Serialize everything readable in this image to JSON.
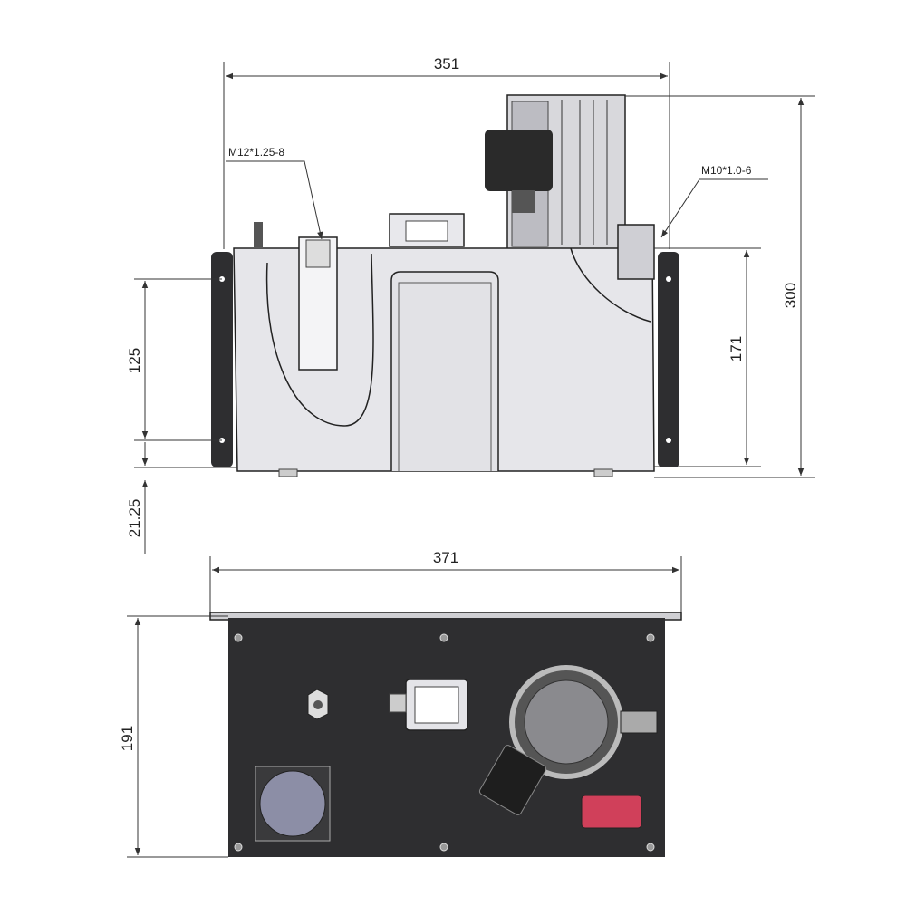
{
  "front_view": {
    "dimensions": {
      "overall_width": "351",
      "overall_height": "300",
      "tank_height": "171",
      "mount_hole_spacing": "125",
      "base_offset": "21.25"
    },
    "callouts": {
      "left_port": "M12*1.25-8",
      "right_port": "M10*1.0-6"
    }
  },
  "top_view": {
    "dimensions": {
      "overall_width": "371",
      "depth": "191"
    }
  },
  "colors": {
    "line": "#333333",
    "tank": "#e6e6ea",
    "dark_panel": "#2e2e30",
    "plug_red": "#d0405a",
    "connector_blue": "#8c8ea6"
  }
}
